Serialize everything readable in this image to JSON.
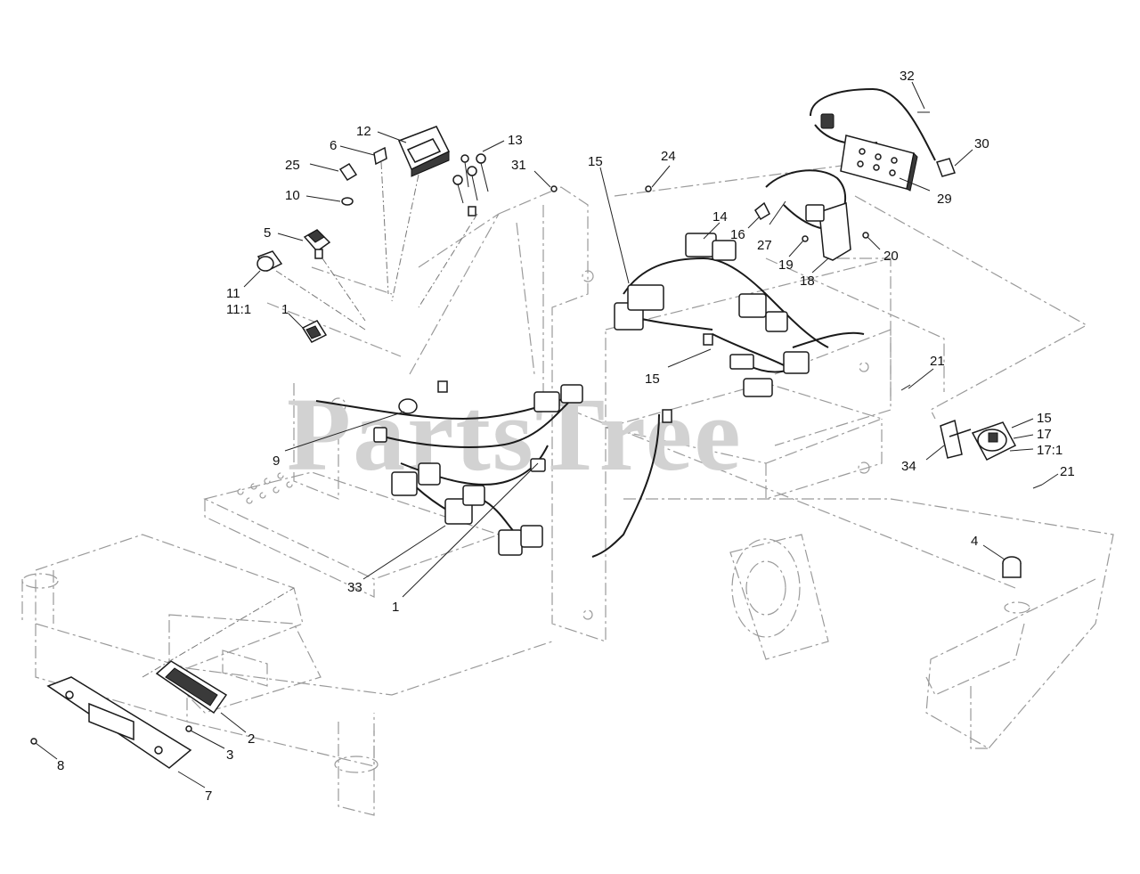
{
  "watermark": "PartsTree",
  "callouts": {
    "c32": "32",
    "c30": "30",
    "c29": "29",
    "c12": "12",
    "c6": "6",
    "c13": "13",
    "c25": "25",
    "c31": "31",
    "c15a": "15",
    "c24": "24",
    "c10": "10",
    "c14": "14",
    "c16": "16",
    "c27": "27",
    "c5": "5",
    "c19": "19",
    "c20": "20",
    "c18": "18",
    "c11": "11",
    "c11_1": "11:1",
    "c1a": "1",
    "c15b": "15",
    "c21a": "21",
    "c15c": "15",
    "c17": "17",
    "c17_1": "17:1",
    "c9": "9",
    "c34": "34",
    "c21b": "21",
    "c4": "4",
    "c33": "33",
    "c1b": "1",
    "c2": "2",
    "c3": "3",
    "c8": "8",
    "c7": "7"
  }
}
